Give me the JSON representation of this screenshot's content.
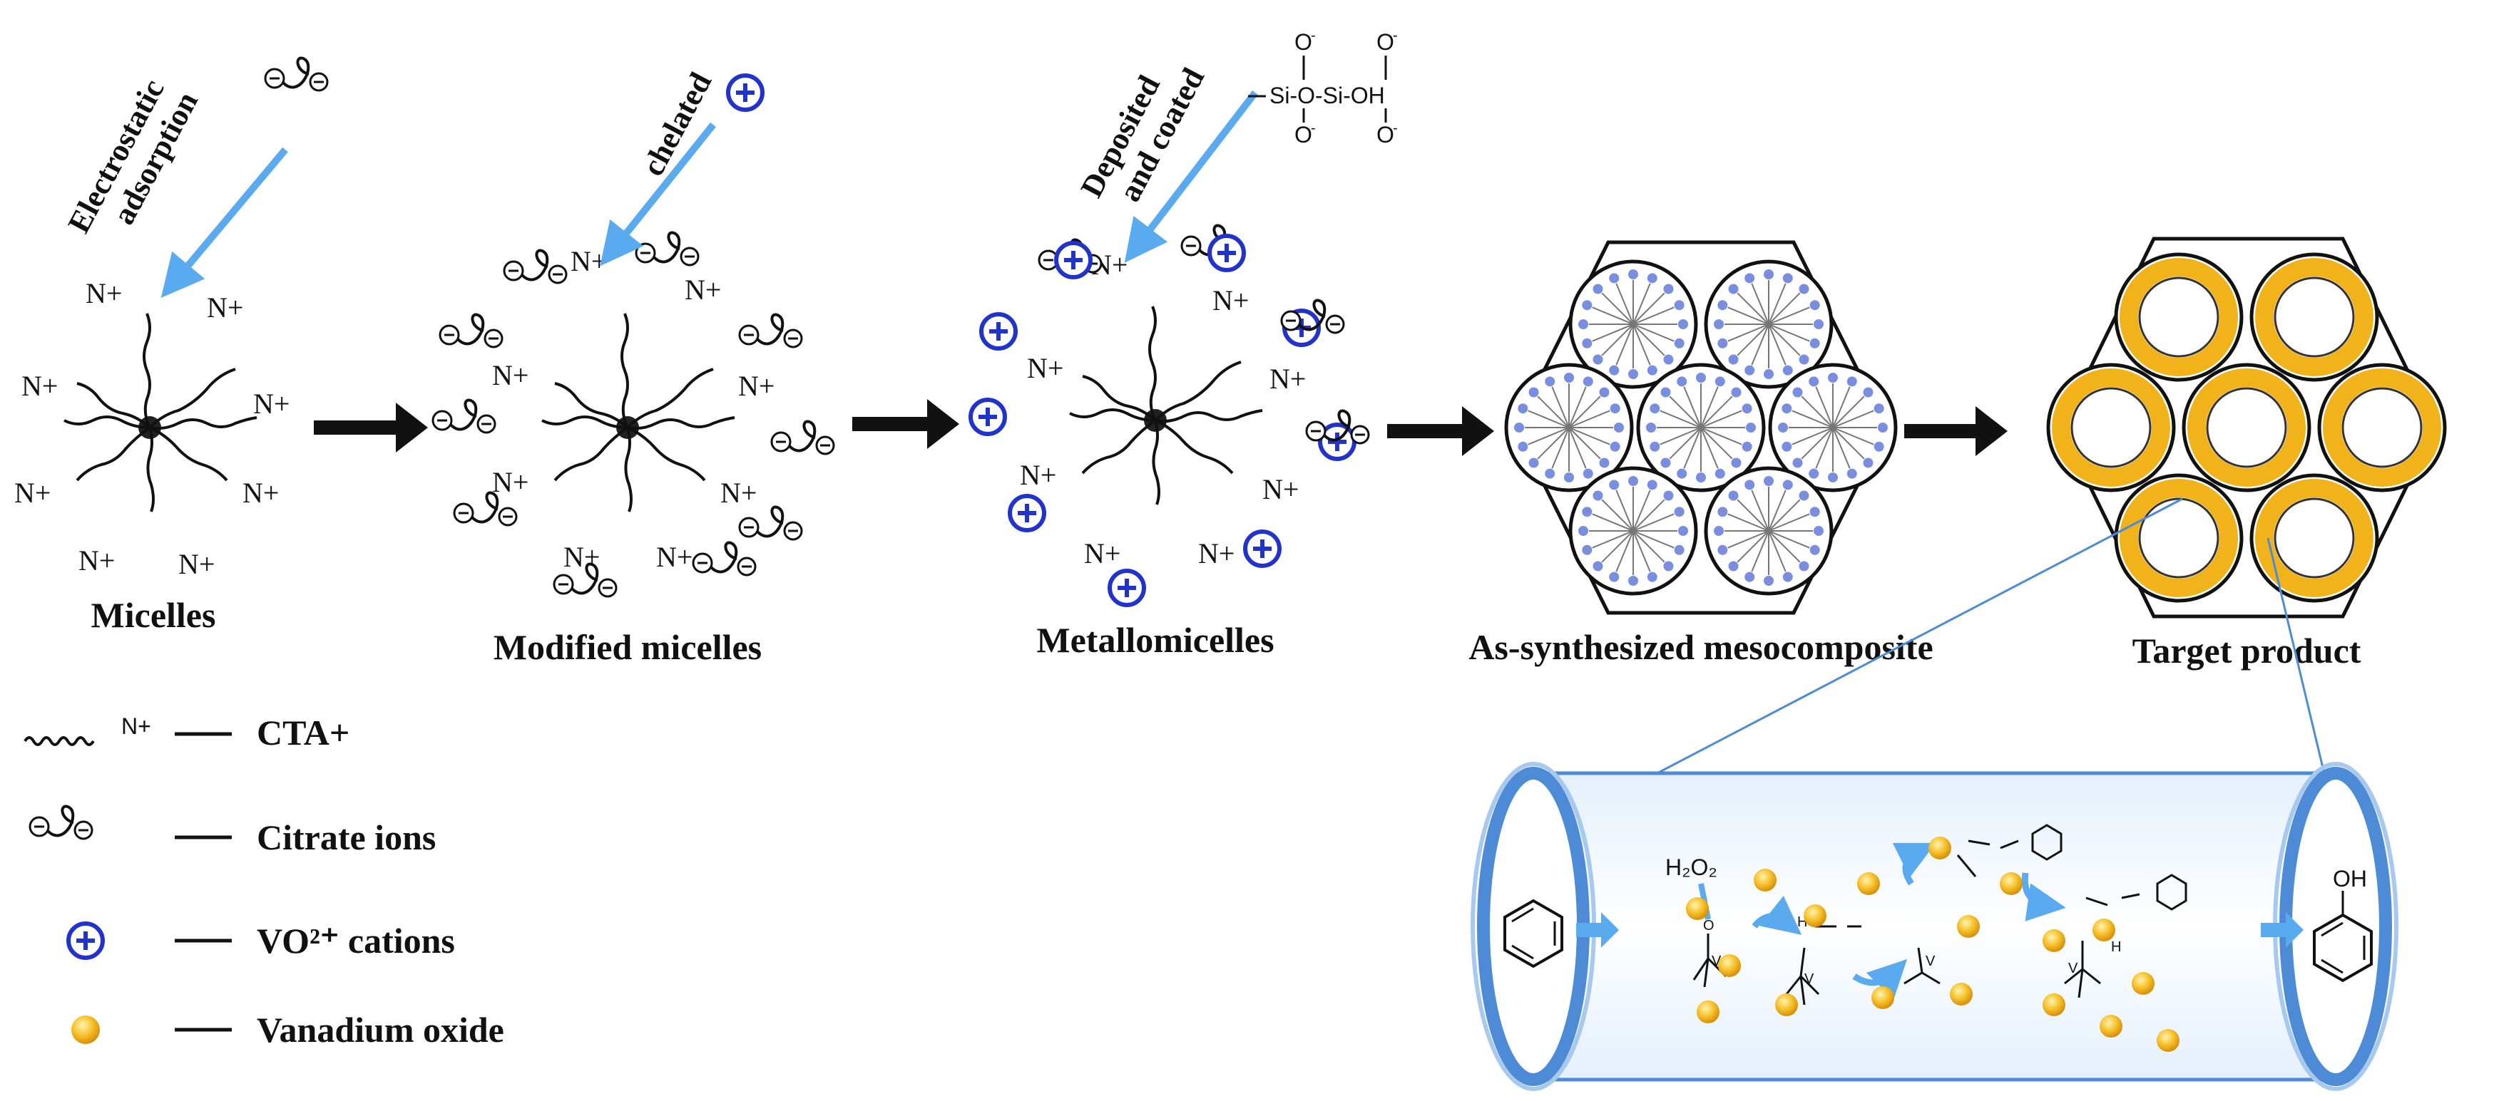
{
  "stages": {
    "micelles": "Micelles",
    "modified": "Modified micelles",
    "metallo": "Metallomicelles",
    "mesocomposite": "As-synthesized mesocomposite",
    "target": "Target product"
  },
  "steps": {
    "electrostatic_1": "Electrostatic",
    "electrostatic_2": "adsorption",
    "chelated": "chelated",
    "deposited_1": "Deposited",
    "deposited_2": "and coated"
  },
  "silicate": {
    "o_minus": "O",
    "si_o_si_oh": "Si-O-Si-OH",
    "minus": "-"
  },
  "legend": [
    {
      "symbol": "N+",
      "label": "CTA+"
    },
    {
      "symbol": "citrate",
      "label": "Citrate ions"
    },
    {
      "symbol": "vo-cation",
      "label": "VO²⁺ cations"
    },
    {
      "symbol": "vanadium-oxide",
      "label": "Vanadium oxide"
    }
  ],
  "labels": {
    "n_plus": "N+",
    "h2o2": "H₂O₂",
    "oh": "OH",
    "v_plus": "V",
    "o": "O",
    "h": "H"
  },
  "colors": {
    "arrow_blue": "#5aaaf0",
    "cation_blue": "#2233cc",
    "oxide_yellow": "#f2b21a",
    "dot_blue": "#7a8ee0",
    "tube_blue": "#4d8bd6"
  }
}
